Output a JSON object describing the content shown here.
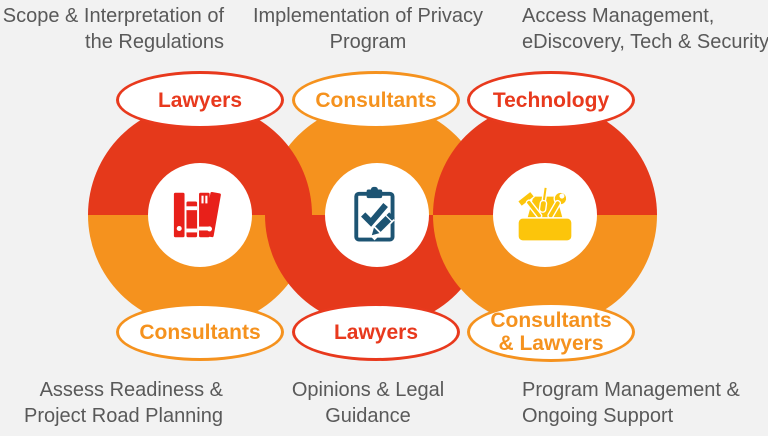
{
  "title": "Privacy program roles diagram",
  "colors": {
    "background": "#f2f2f2",
    "ring_red": "#e5391b",
    "ring_orange": "#f5921e",
    "label_text": "#595959",
    "badge_red": "#e8391d",
    "badge_orange": "#f5921e",
    "books_icon": "#e8201a",
    "clipboard_icon": "#1d5473",
    "toolbox_icon": "#fcc50b",
    "oval_fill": "#ffffff"
  },
  "labels": {
    "top_left": {
      "line1": "Scope & Interpretation of",
      "line2": "the Regulations"
    },
    "top_center": {
      "line1": "Implementation of Privacy",
      "line2": "Program"
    },
    "top_right": {
      "line1": "Access Management,",
      "line2": "eDiscovery, Tech & Security"
    },
    "bottom_left": {
      "line1": "Assess Readiness &",
      "line2": "Project Road Planning"
    },
    "bottom_center": {
      "line1": "Opinions & Legal",
      "line2": "Guidance"
    },
    "bottom_right": {
      "line1": "Program Management &",
      "line2": "Ongoing Support"
    }
  },
  "badges": {
    "top_left": {
      "label": "Lawyers",
      "color": "#e8391d"
    },
    "top_center": {
      "label": "Consultants",
      "color": "#f5921e"
    },
    "top_right": {
      "label": "Technology",
      "color": "#e8391d"
    },
    "bottom_left": {
      "label": "Consultants",
      "color": "#f5921e"
    },
    "bottom_center": {
      "label": "Lawyers",
      "color": "#e8391d"
    },
    "bottom_right": {
      "label_line1": "Consultants",
      "label_line2": "& Lawyers",
      "color": "#f5921e"
    }
  },
  "rings": [
    {
      "position": "left",
      "top_half_color": "#e5391b",
      "bottom_half_color": "#f5921e",
      "icon": "books-icon"
    },
    {
      "position": "center",
      "top_half_color": "#f5921e",
      "bottom_half_color": "#e5391b",
      "icon": "clipboard-check-icon"
    },
    {
      "position": "right",
      "top_half_color": "#e5391b",
      "bottom_half_color": "#f5921e",
      "icon": "toolbox-icon"
    }
  ]
}
